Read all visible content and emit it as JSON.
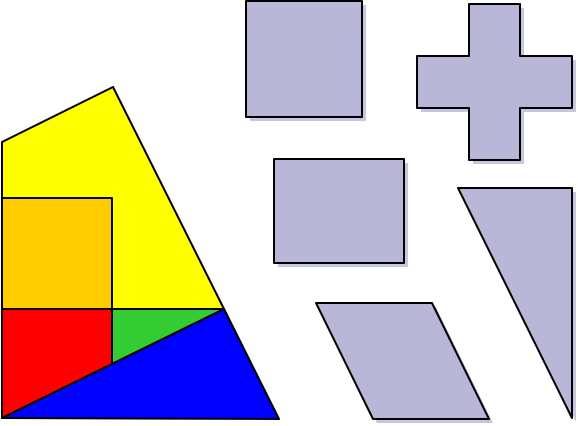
{
  "colors": {
    "background": "#ffffff",
    "outline": "#000000",
    "shadow": "#c6c6df",
    "piece_fill": "#b9b7d8",
    "yellow": "#ffff00",
    "orange": "#ffcc00",
    "red": "#ff0000",
    "green": "#33cc33",
    "blue": "#0000ff"
  },
  "assembled_figure": {
    "pieces": [
      {
        "color_name": "yellow",
        "shape": "quadrilateral"
      },
      {
        "color_name": "orange",
        "shape": "square"
      },
      {
        "color_name": "red",
        "shape": "quadrilateral"
      },
      {
        "color_name": "green",
        "shape": "triangle"
      },
      {
        "color_name": "blue",
        "shape": "triangle"
      }
    ]
  },
  "loose_pieces": [
    {
      "shape": "square"
    },
    {
      "shape": "cross"
    },
    {
      "shape": "rectangle"
    },
    {
      "shape": "right-triangle"
    },
    {
      "shape": "parallelogram"
    }
  ]
}
